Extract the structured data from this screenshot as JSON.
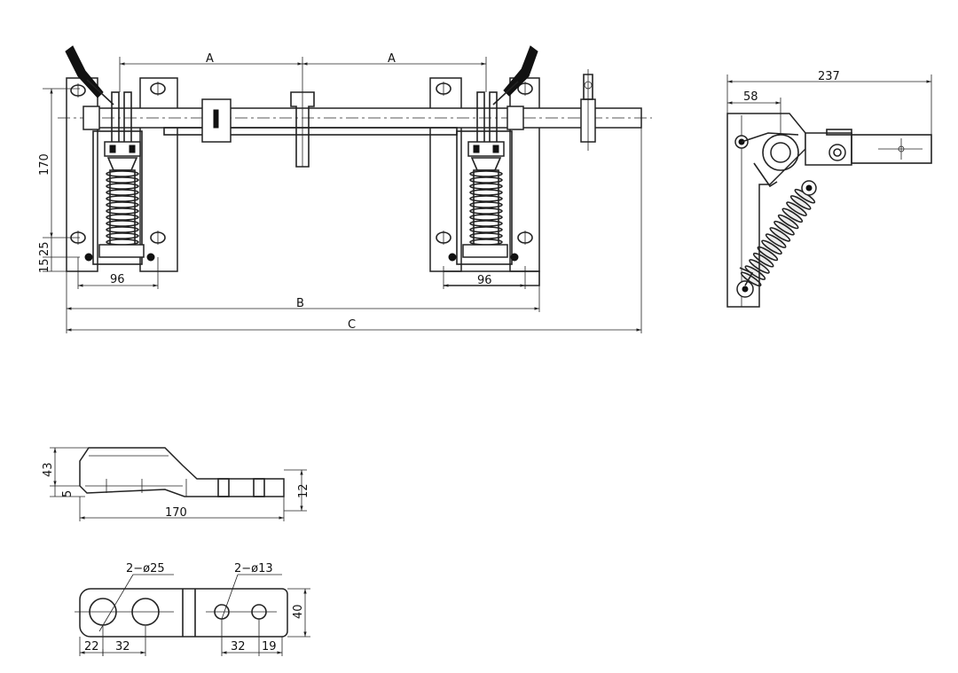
{
  "front_view": {
    "dims": {
      "a_left": "A",
      "a_right": "A",
      "height_170": "170",
      "h_25": "25",
      "h_15": "15",
      "width_96_left": "96",
      "width_96_right": "96",
      "span_b": "B",
      "span_c": "C"
    }
  },
  "side_view": {
    "dims": {
      "w_237": "237",
      "w_58": "58"
    }
  },
  "contact_side": {
    "dims": {
      "len_170": "170",
      "h_43": "43",
      "h_5": "5",
      "h_12": "12"
    }
  },
  "contact_top": {
    "dims": {
      "holes_large": "2−ø25",
      "holes_small": "2−ø13",
      "d_22": "22",
      "d_32a": "32",
      "d_32b": "32",
      "d_19": "19",
      "w_40": "40"
    }
  }
}
